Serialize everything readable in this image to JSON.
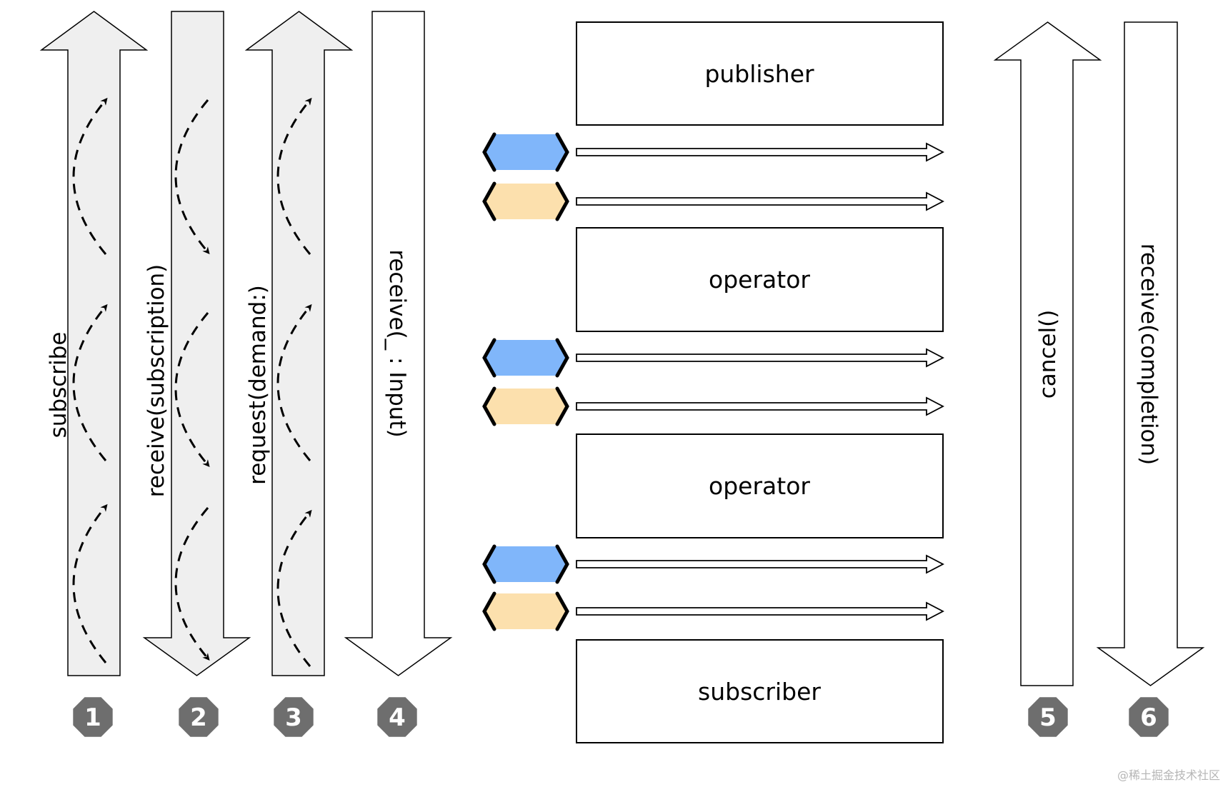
{
  "colors": {
    "stream_fill": "#efefef",
    "value_token": "#80b6fa",
    "completion_token": "#fce0ad",
    "badge": "#6e6e6e"
  },
  "steps": [
    {
      "number": "1",
      "label": "subscribe",
      "direction": "up",
      "shaded": true
    },
    {
      "number": "2",
      "label": "receive(subscription)",
      "direction": "down",
      "shaded": true
    },
    {
      "number": "3",
      "label": "request(demand:)",
      "direction": "up",
      "shaded": true
    },
    {
      "number": "4",
      "label": "receive(_ : Input)",
      "direction": "down",
      "shaded": false
    },
    {
      "number": "5",
      "label": "cancel()",
      "direction": "up",
      "shaded": false
    },
    {
      "number": "6",
      "label": "receive(completion)",
      "direction": "down",
      "shaded": false
    }
  ],
  "chain": [
    {
      "label": "publisher"
    },
    {
      "label": "operator"
    },
    {
      "label": "operator"
    },
    {
      "label": "subscriber"
    }
  ],
  "watermark": "@稀土掘金技术社区"
}
